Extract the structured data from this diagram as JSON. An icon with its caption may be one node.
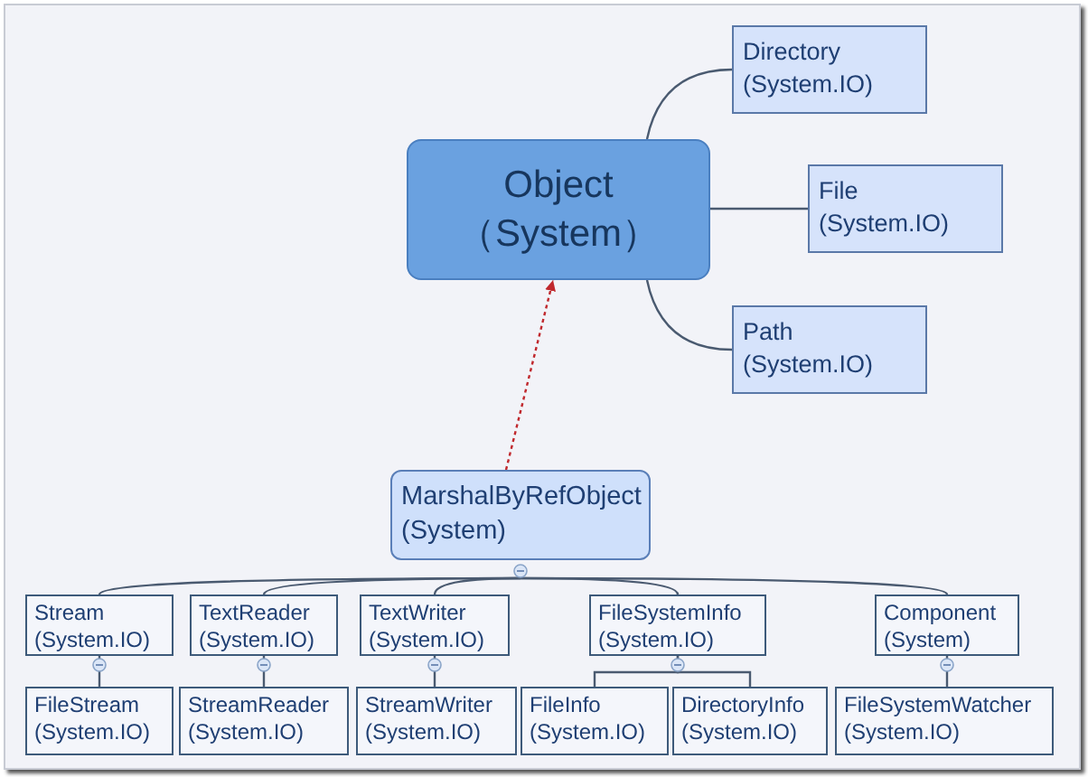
{
  "diagram": {
    "nodes": [
      {
        "text": [
          "Object （System）"
        ]
      },
      {
        "text": [
          "Directory (System.IO)"
        ]
      },
      {
        "text": [
          "File (System.IO)"
        ]
      },
      {
        "text": [
          "Path (System.IO)"
        ]
      },
      {
        "text": [
          "MarshalByRefObject (System)"
        ]
      },
      {
        "text": [
          "Stream (System.IO)"
        ]
      },
      {
        "text": [
          "TextReader (System.IO)"
        ]
      },
      {
        "text": [
          "TextWriter (System.IO)"
        ]
      },
      {
        "text": [
          "FileSystemInfo (System.IO)"
        ]
      },
      {
        "text": [
          "Component (System)"
        ]
      },
      {
        "text": [
          "FileStream (System.IO)"
        ]
      },
      {
        "text": [
          "StreamReader (System.IO)"
        ]
      },
      {
        "text": [
          "StreamWriter (System.IO)"
        ]
      },
      {
        "text": [
          "FileInfo (System.IO)"
        ]
      },
      {
        "text": [
          "DirectoryInfo (System.IO)"
        ]
      },
      {
        "text": [
          "FileSystemWatcher (System.IO)"
        ]
      }
    ],
    "edges": [
      {
        "from": 0,
        "to": 1,
        "arrow": "none"
      },
      {
        "from": 0,
        "to": 2,
        "arrow": "none"
      },
      {
        "from": 0,
        "to": 3,
        "arrow": "none"
      },
      {
        "from": 4,
        "to": 0,
        "arrow": "to",
        "style": "dashed",
        "color": "#c0282d"
      },
      {
        "from": 4,
        "to": 5,
        "arrow": "none"
      },
      {
        "from": 4,
        "to": 6,
        "arrow": "none"
      },
      {
        "from": 4,
        "to": 7,
        "arrow": "none"
      },
      {
        "from": 4,
        "to": 8,
        "arrow": "none"
      },
      {
        "from": 4,
        "to": 9,
        "arrow": "none"
      },
      {
        "from": 5,
        "to": 10,
        "arrow": "none"
      },
      {
        "from": 6,
        "to": 11,
        "arrow": "none"
      },
      {
        "from": 7,
        "to": 12,
        "arrow": "none"
      },
      {
        "from": 8,
        "to": 13,
        "arrow": "none"
      },
      {
        "from": 8,
        "to": 14,
        "arrow": "none"
      },
      {
        "from": 9,
        "to": 15,
        "arrow": "none"
      }
    ]
  }
}
